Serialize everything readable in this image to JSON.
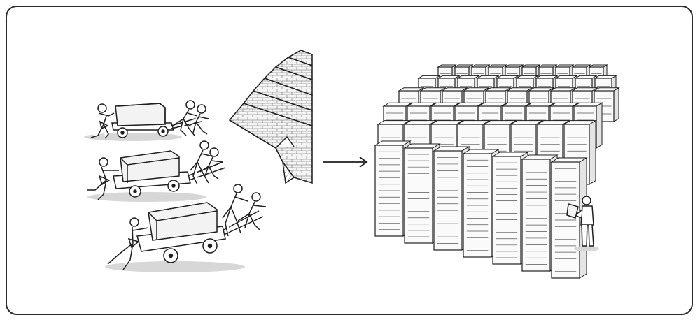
{
  "illustration": {
    "left_scene": "workers-hauling-stone-blocks",
    "middle_scene": "stepped-pyramid",
    "connector": "right-arrow-icon",
    "right_scene": "server-racks-and-engineer"
  },
  "colors": {
    "ink": "#1f1f1f",
    "paper": "#ffffff",
    "stone": "#f3f3f3",
    "shadow": "#d7d7d7",
    "rack": "#fafafa"
  }
}
